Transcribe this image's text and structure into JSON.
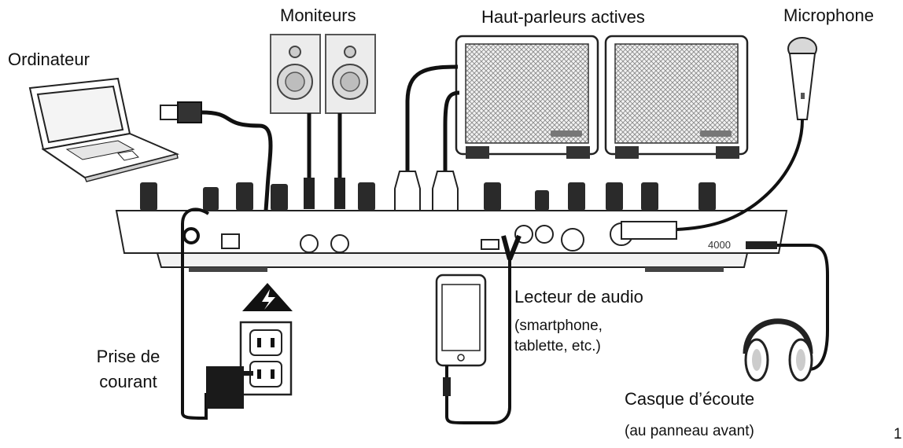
{
  "labels": {
    "moniteurs": "Moniteurs",
    "haut_parleurs": "Haut-parleurs actives",
    "microphone": "Microphone",
    "ordinateur": "Ordinateur",
    "prise_line1": "Prise de",
    "prise_line2": "courant",
    "lecteur_title": "Lecteur de audio",
    "lecteur_line1": "(smartphone,",
    "lecteur_line2": "tablette, etc.)",
    "casque_title": "Casque d’écoute",
    "casque_sub": "(au panneau avant)",
    "page_marker": "1"
  },
  "panel_text": {
    "model": "4000"
  },
  "icons": [
    "laptop-icon",
    "usb-plug-icon",
    "studio-monitor-icon",
    "active-speaker-icon",
    "microphone-icon",
    "mixer-icon",
    "power-outlet-icon",
    "warning-lightning-icon",
    "power-adapter-icon",
    "smartphone-icon",
    "headphones-icon",
    "xlr-plug-icon",
    "jack-plug-icon"
  ]
}
